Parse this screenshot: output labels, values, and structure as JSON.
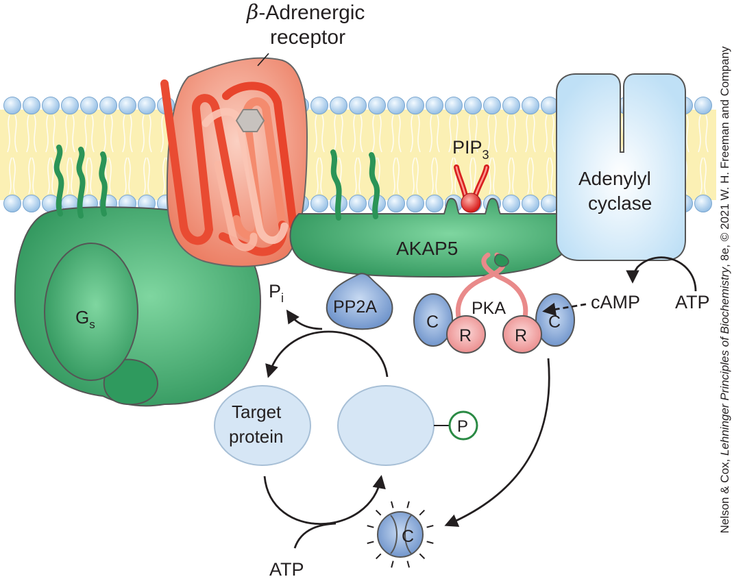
{
  "labels": {
    "beta_symbol": "β",
    "receptor_line1": "-Adrenergic",
    "receptor_line2": "receptor",
    "pip3_base": "PIP",
    "pip3_sub": "3",
    "adenylyl_line1": "Adenylyl",
    "adenylyl_line2": "cyclase",
    "akap5": "AKAP5",
    "gs_base": "G",
    "gs_sub": "s",
    "pi_base": "P",
    "pi_sub": "i",
    "pp2a": "PP2A",
    "pka": "PKA",
    "camp": "cAMP",
    "atp_right": "ATP",
    "target_line1": "Target",
    "target_line2": "protein",
    "phosphate": "P",
    "atp_bottom": "ATP",
    "free_c": "C",
    "c_left": "C",
    "r_left": "R",
    "r_right": "R",
    "c_right": "C"
  },
  "credit": {
    "prefix": "Nelson & Cox, ",
    "book": "Lehninger Principles of Biochemistry",
    "suffix": ", 8e, © 2021 W. H. Freeman and Company"
  },
  "colors": {
    "membrane_yellow": "#fbf0b4",
    "head_blue": "#a9cdec",
    "green": "#3fa66b",
    "dark_green": "#2a8a55",
    "receptor": "#f08a6e",
    "receptor_helix": "#e8442c",
    "cyclase": "#cfe6f7",
    "pka_c": "#6f96cf",
    "pka_r": "#ee8c8c",
    "target": "#d6e6f5",
    "phosphate_ring": "#2a8a44",
    "pip3": "#e0282a"
  }
}
